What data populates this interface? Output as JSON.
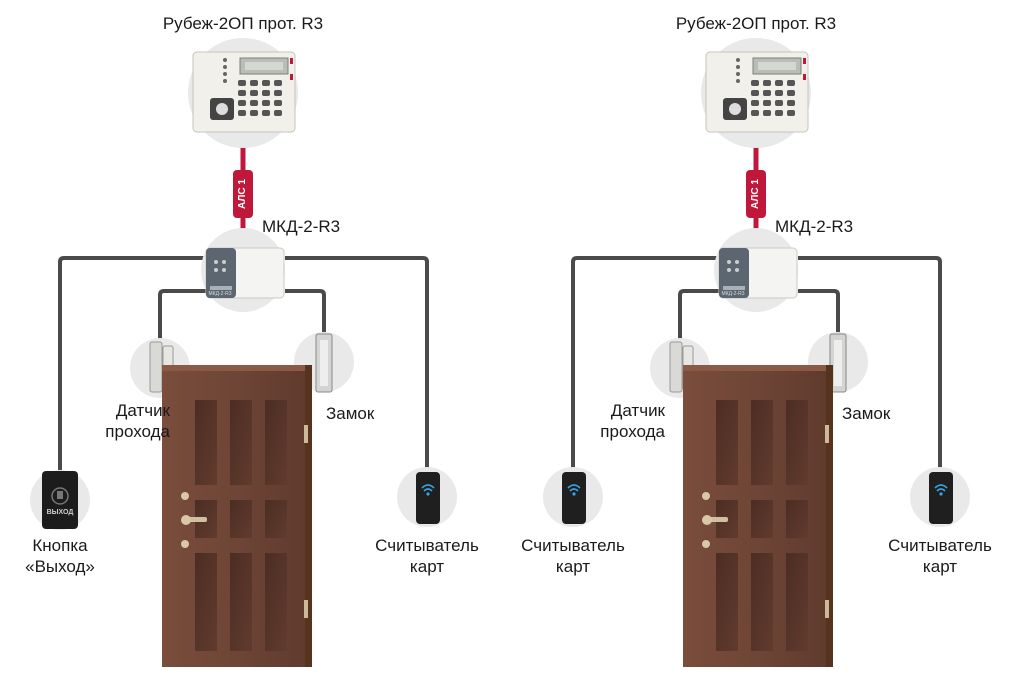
{
  "diagrams": [
    {
      "panel_title": "Рубеж-2ОП прот. R3",
      "bus_label": "АЛС 1",
      "controller_label": "МКД-2-R3",
      "sensor_label": [
        "Датчик",
        "прохода"
      ],
      "lock_label": "Замок",
      "reader_label": [
        "Считыватель",
        "карт"
      ],
      "exit_button_label": [
        "Кнопка",
        "«Выход»"
      ],
      "exit_button_text": "ВЫХОД",
      "controller_badge": "МКД-2-R3"
    },
    {
      "panel_title": "Рубеж-2ОП прот. R3",
      "bus_label": "АЛС 1",
      "controller_label": "МКД-2-R3",
      "sensor_label": [
        "Датчик",
        "прохода"
      ],
      "lock_label": "Замок",
      "left_reader_label": [
        "Считыватель",
        "карт"
      ],
      "right_reader_label": [
        "Считыватель",
        "карт"
      ],
      "controller_badge": "МКД-2-R3"
    }
  ],
  "colors": {
    "wire_gray": "#4a4a4a",
    "bus_red": "#c0183a",
    "door_brown": "#6e4536",
    "door_panel": "#5a352a",
    "circle_bg": "#e9e9ea"
  },
  "icons": [
    "panel-icon",
    "controller-icon",
    "door-sensor-icon",
    "lock-icon",
    "card-reader-icon",
    "exit-button-icon",
    "door-icon"
  ]
}
